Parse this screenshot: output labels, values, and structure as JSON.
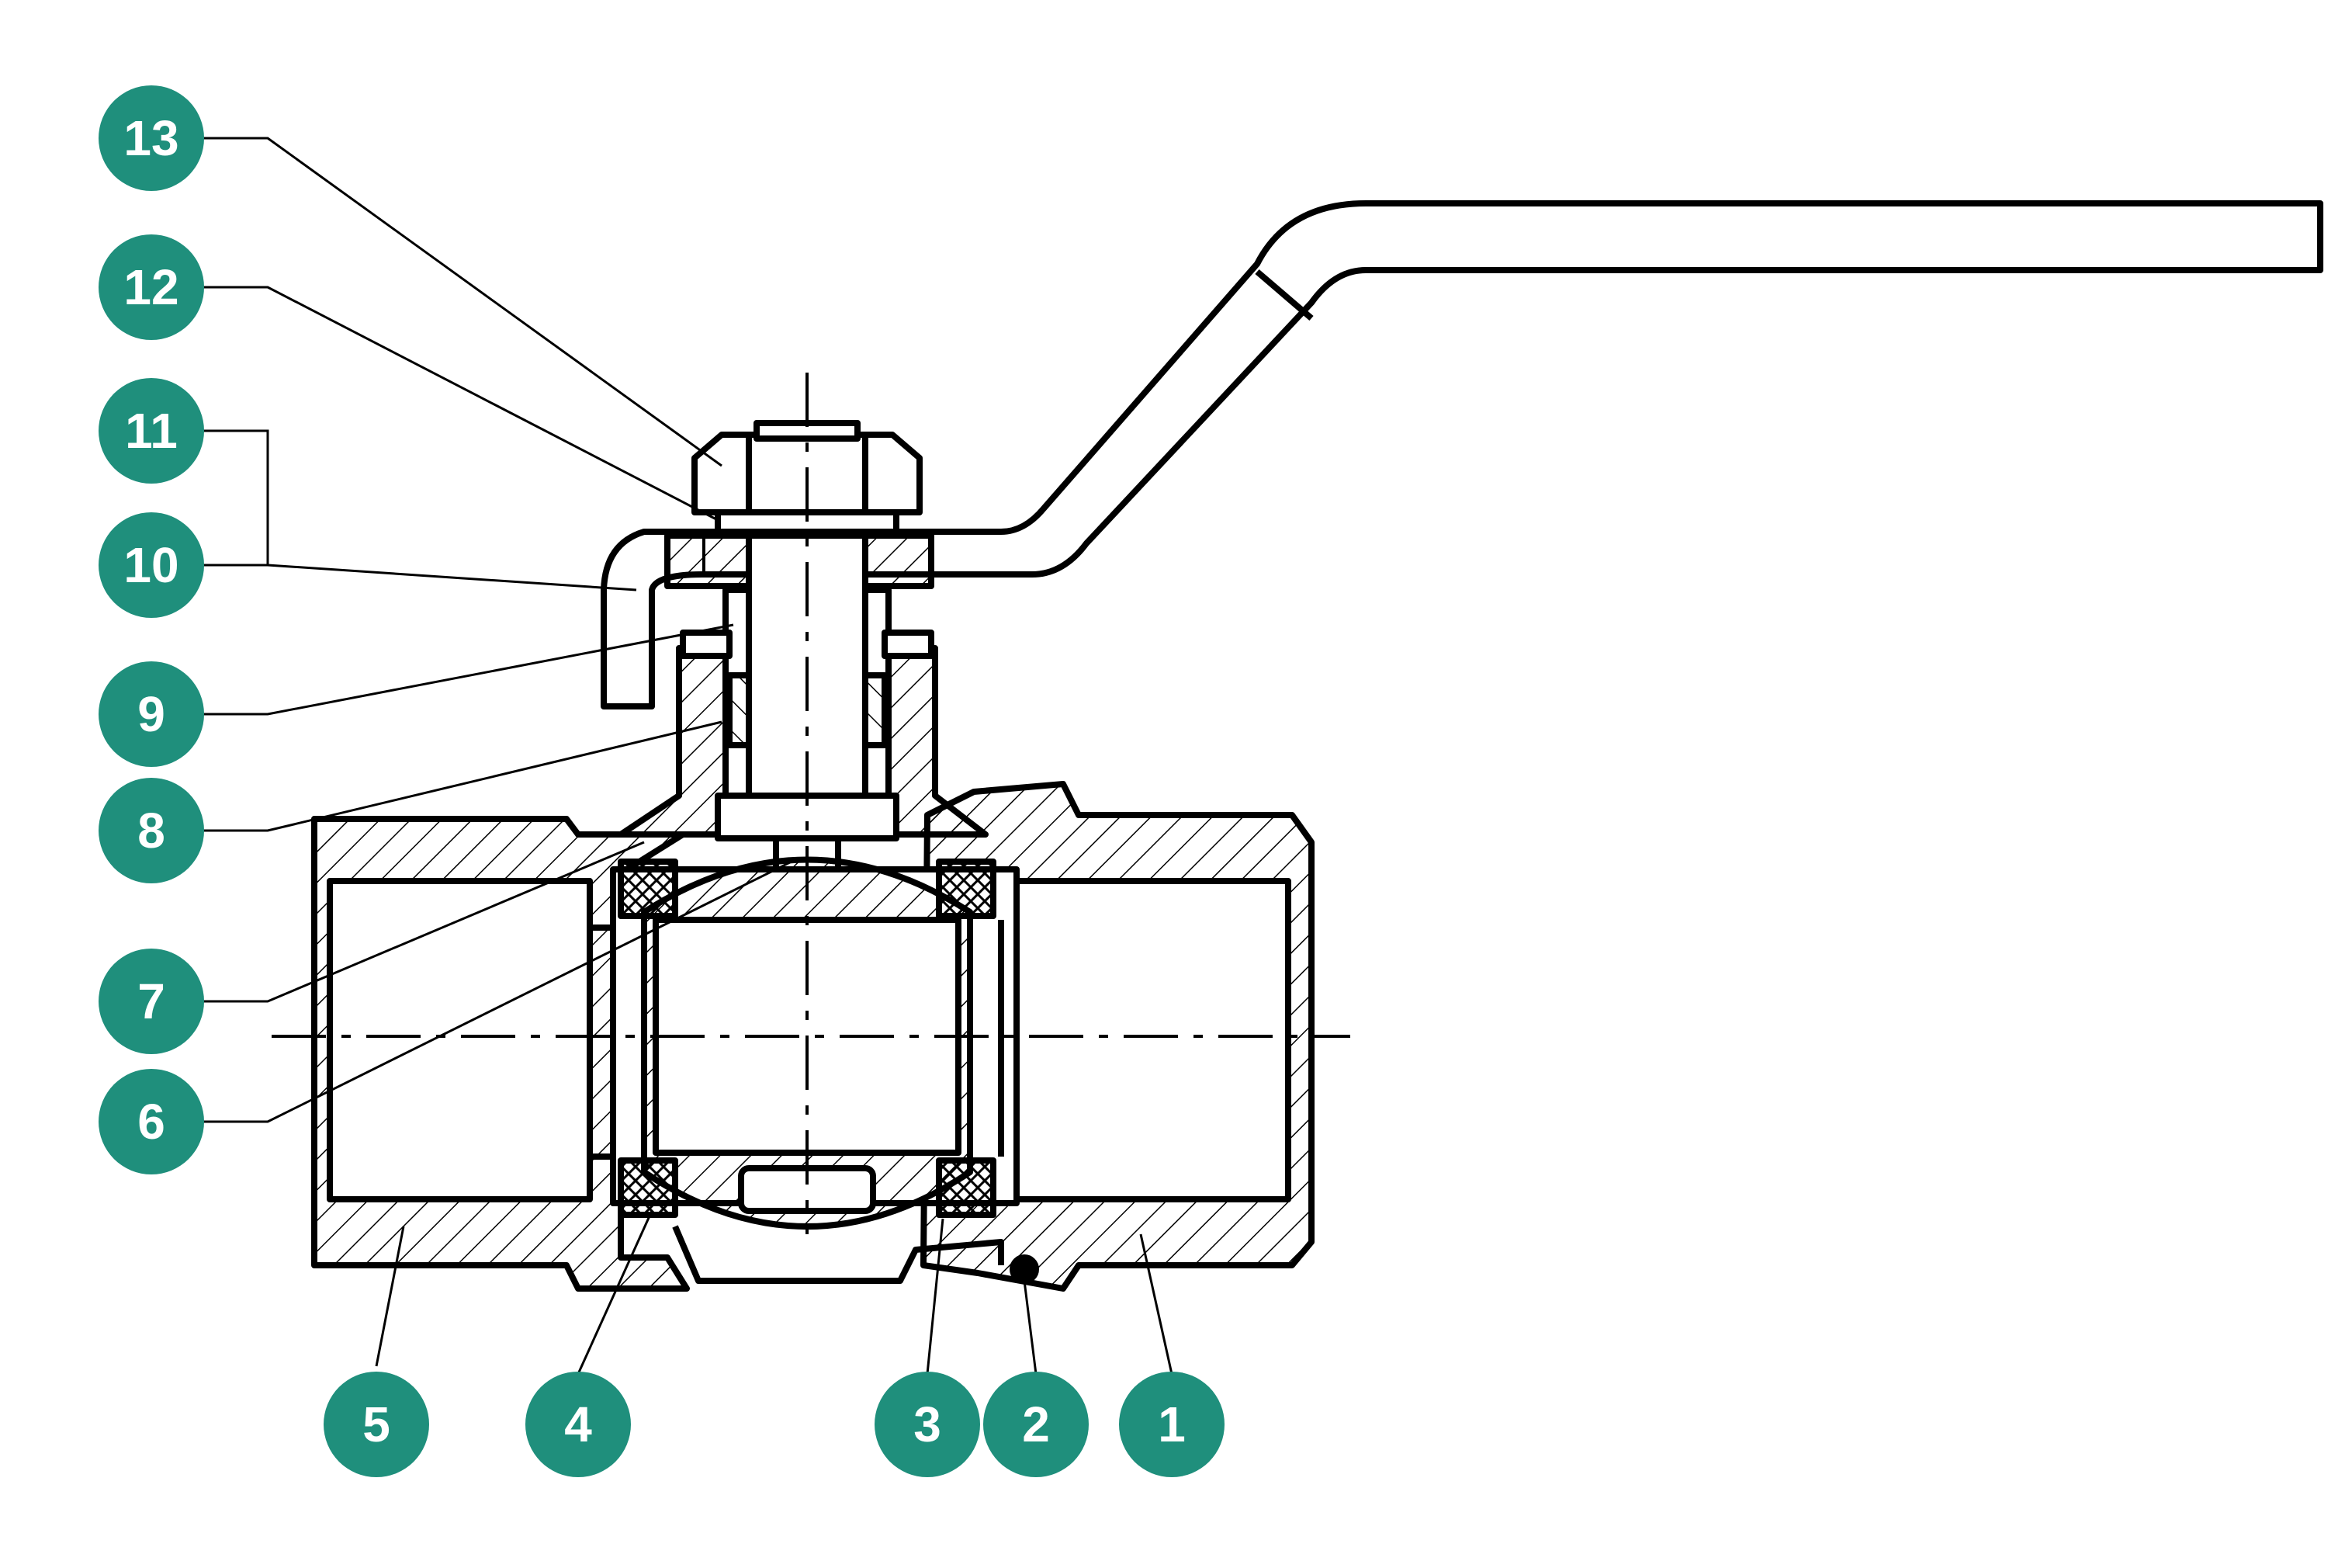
{
  "diagram": {
    "colors": {
      "badge": "#1f8f7c",
      "badge_text": "#ffffff",
      "line": "#000000",
      "seal_fill": "#cccccc"
    },
    "callouts": [
      {
        "id": "c13",
        "label": "13",
        "part": "nut"
      },
      {
        "id": "c12",
        "label": "12",
        "part": "washer"
      },
      {
        "id": "c11",
        "label": "11",
        "part": "handle"
      },
      {
        "id": "c10",
        "label": "10",
        "part": "lever"
      },
      {
        "id": "c9",
        "label": "9",
        "part": "stem-seal"
      },
      {
        "id": "c8",
        "label": "8",
        "part": "stem"
      },
      {
        "id": "c7",
        "label": "7",
        "part": "body"
      },
      {
        "id": "c6",
        "label": "6",
        "part": "ball"
      },
      {
        "id": "c5",
        "label": "5",
        "part": "end-connector"
      },
      {
        "id": "c4",
        "label": "4",
        "part": "seat-left"
      },
      {
        "id": "c3",
        "label": "3",
        "part": "seat-right"
      },
      {
        "id": "c2",
        "label": "2",
        "part": "o-ring"
      },
      {
        "id": "c1",
        "label": "1",
        "part": "union-nut"
      }
    ]
  }
}
